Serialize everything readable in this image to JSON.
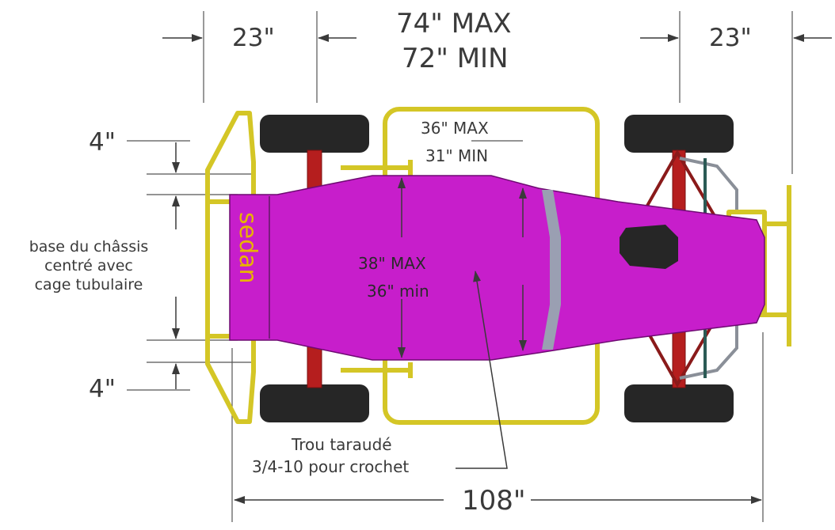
{
  "dimensions": {
    "front_overhang": "23\"",
    "rear_overhang": "23\"",
    "wheelbase_max": "74\" MAX",
    "wheelbase_min": "72\" MIN",
    "overall_length": "108\"",
    "offset_top": "4\"",
    "offset_bottom": "4\"",
    "rear_width_max": "36\" MAX",
    "rear_width_min": "31\" MIN",
    "body_width_max": "38\" MAX",
    "body_width_min": "36\" min"
  },
  "labels": {
    "base_line1": "base du châssis",
    "base_line2": "centré avec",
    "base_line3": "cage tubulaire",
    "hole_line1": "Trou taraudé",
    "hole_line2": "3/4-10 pour crochet",
    "body_text": "sedan"
  },
  "colors": {
    "body": "#c71ecb",
    "body_outline": "#6e0a72",
    "frame": "#d4c626",
    "tire": "#262626",
    "axle": "#b51e1e",
    "dimension_line": "#3a3a3a",
    "sedan_text": "#e8b400",
    "background": "#ffffff"
  }
}
